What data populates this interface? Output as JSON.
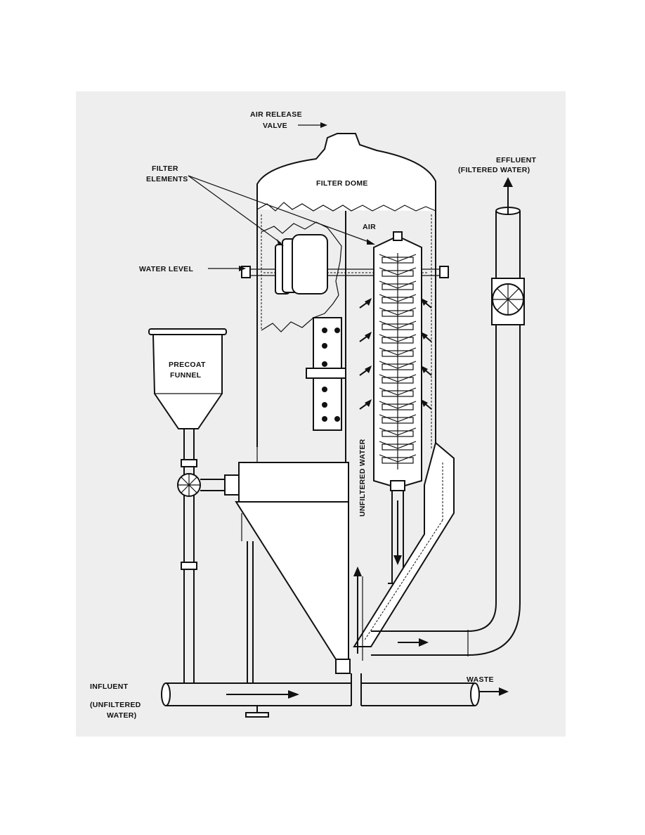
{
  "labels": {
    "air_release_valve_line1": "AIR RELEASE",
    "air_release_valve_line2": "VALVE",
    "filter_elements_line1": "FILTER",
    "filter_elements_line2": "ELEMENTS",
    "filter_dome": "FILTER DOME",
    "air": "AIR",
    "water_level": "WATER LEVEL",
    "precoat_funnel_line1": "PRECOAT",
    "precoat_funnel_line2": "FUNNEL",
    "effluent_line1": "EFFLUENT",
    "effluent_line2": "(FILTERED WATER)",
    "unfiltered_water": "UNFILTERED WATER",
    "influent_line1": "INFLUENT",
    "influent_line2": "(UNFILTERED",
    "influent_line3": "WATER)",
    "waste": "WASTE"
  },
  "colors": {
    "paper": "#eeeeee",
    "ink": "#111111"
  }
}
